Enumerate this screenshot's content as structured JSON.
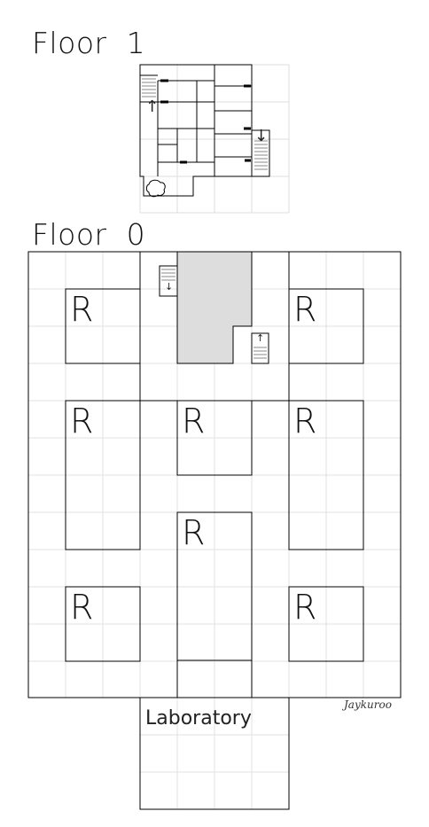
{
  "floors": {
    "floor1": {
      "title": "Floor  1"
    },
    "floor0": {
      "title": "Floor  0"
    }
  },
  "rooms": {
    "room_label": "R",
    "laboratory": "Laboratory"
  },
  "stairs": {
    "down_glyph": "↓",
    "up_glyph": "↑"
  },
  "signature": "Jaykuroo",
  "colors": {
    "background": "#ffffff",
    "grid": "#dddddd",
    "walls": "#000000",
    "blocked_area": "#dddddd"
  }
}
